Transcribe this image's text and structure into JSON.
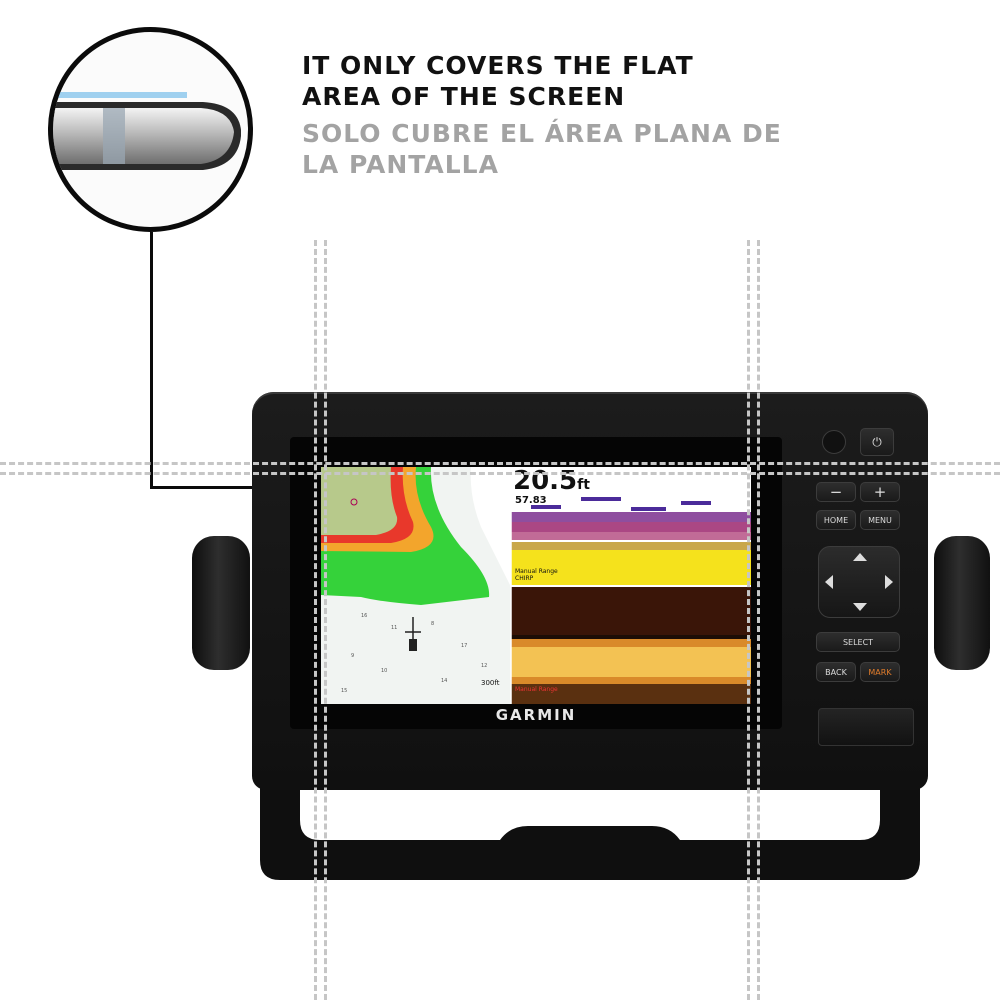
{
  "headline": {
    "english": [
      "IT ONLY COVERS THE FLAT",
      "AREA OF THE SCREEN"
    ],
    "spanish": [
      "SOLO CUBRE EL ÁREA PLANA DE",
      "LA PANTALLA"
    ]
  },
  "device": {
    "brand": "GARMIN",
    "keys": {
      "minus": "−",
      "plus": "+",
      "home": "HOME",
      "menu": "MENU",
      "select": "SELECT",
      "back": "BACK",
      "mark": "MARK",
      "power_icon": "power-icon"
    },
    "screen": {
      "depth_reading": "20.5",
      "depth_unit": "ft",
      "temperature": "57.83",
      "sonar_label_top": [
        "Manual Range",
        "CHIRP"
      ],
      "sonar_label_bottom": [
        "Manual Range"
      ],
      "chart_scale": "300ft"
    }
  },
  "colors": {
    "headline": "#111111",
    "subline": "#a3a3a3",
    "guide": "#c6c6c6",
    "sonar_yellow": "#f5e21c",
    "chart_green": "#35d23a",
    "chart_red": "#e8382b"
  }
}
